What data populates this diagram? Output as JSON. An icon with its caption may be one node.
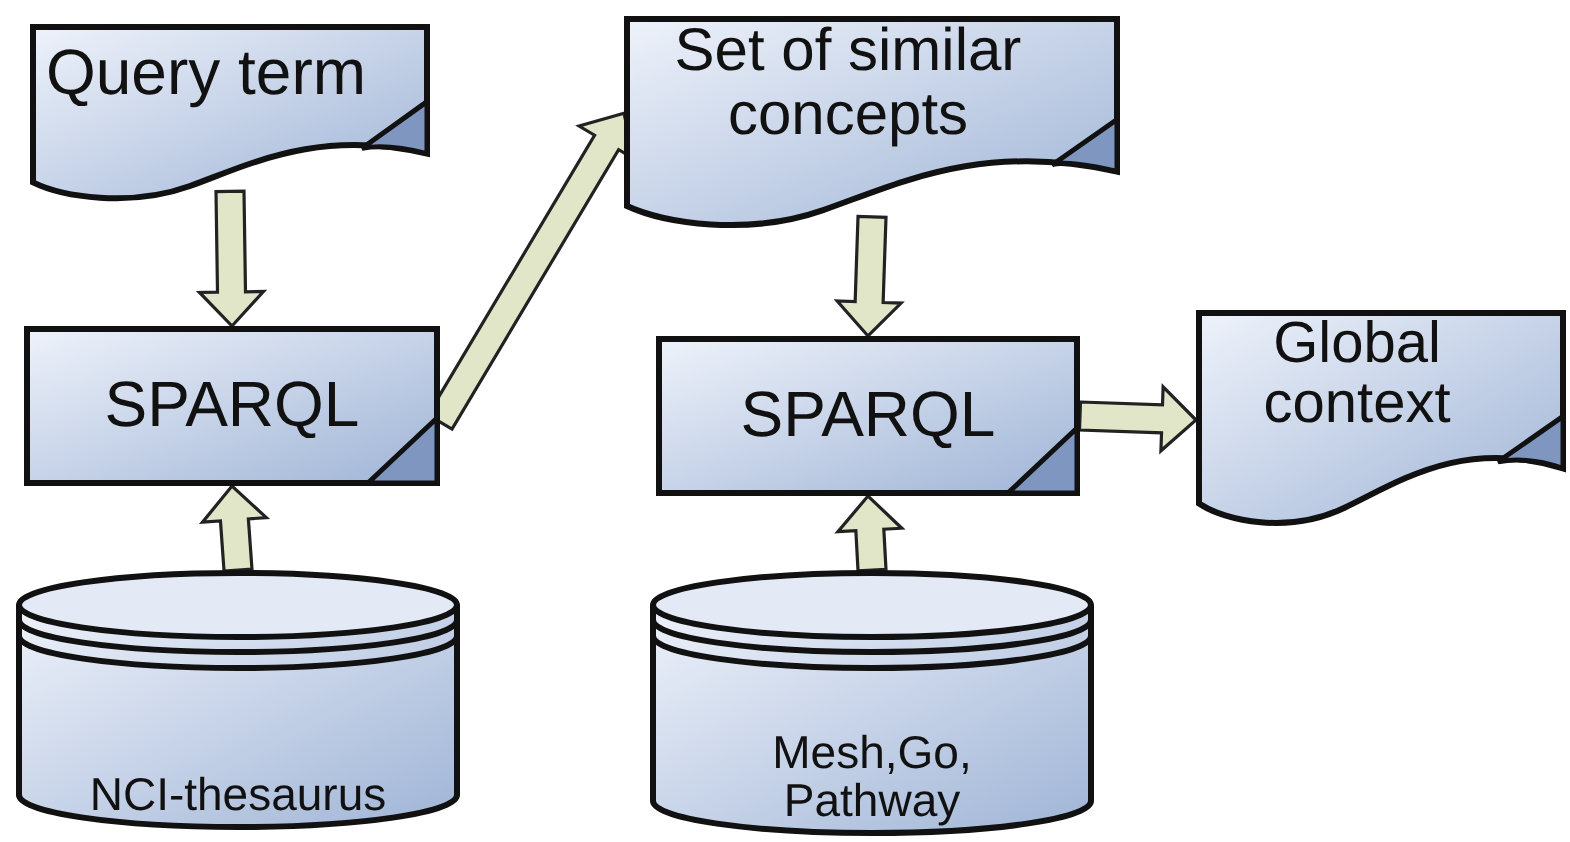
{
  "diagram": {
    "nodes": [
      {
        "text": [
          "Query term"
        ]
      },
      {
        "text": [
          "SPARQL"
        ]
      },
      {
        "text": [
          "NCI-thesaurus"
        ]
      },
      {
        "text": [
          "Set of similar concepts"
        ]
      },
      {
        "text": [
          "SPARQL"
        ]
      },
      {
        "text": [
          "Global context"
        ]
      },
      {
        "text": [
          "Mesh,Go, Pathway"
        ]
      }
    ],
    "edges": [
      {
        "from": 0,
        "to": 1,
        "arrow": "to"
      },
      {
        "from": 2,
        "to": 1,
        "arrow": "to"
      },
      {
        "from": 1,
        "to": 3,
        "arrow": "to"
      },
      {
        "from": 3,
        "to": 4,
        "arrow": "to"
      },
      {
        "from": 6,
        "to": 4,
        "arrow": "to"
      },
      {
        "from": 4,
        "to": 5,
        "arrow": "to"
      }
    ]
  }
}
